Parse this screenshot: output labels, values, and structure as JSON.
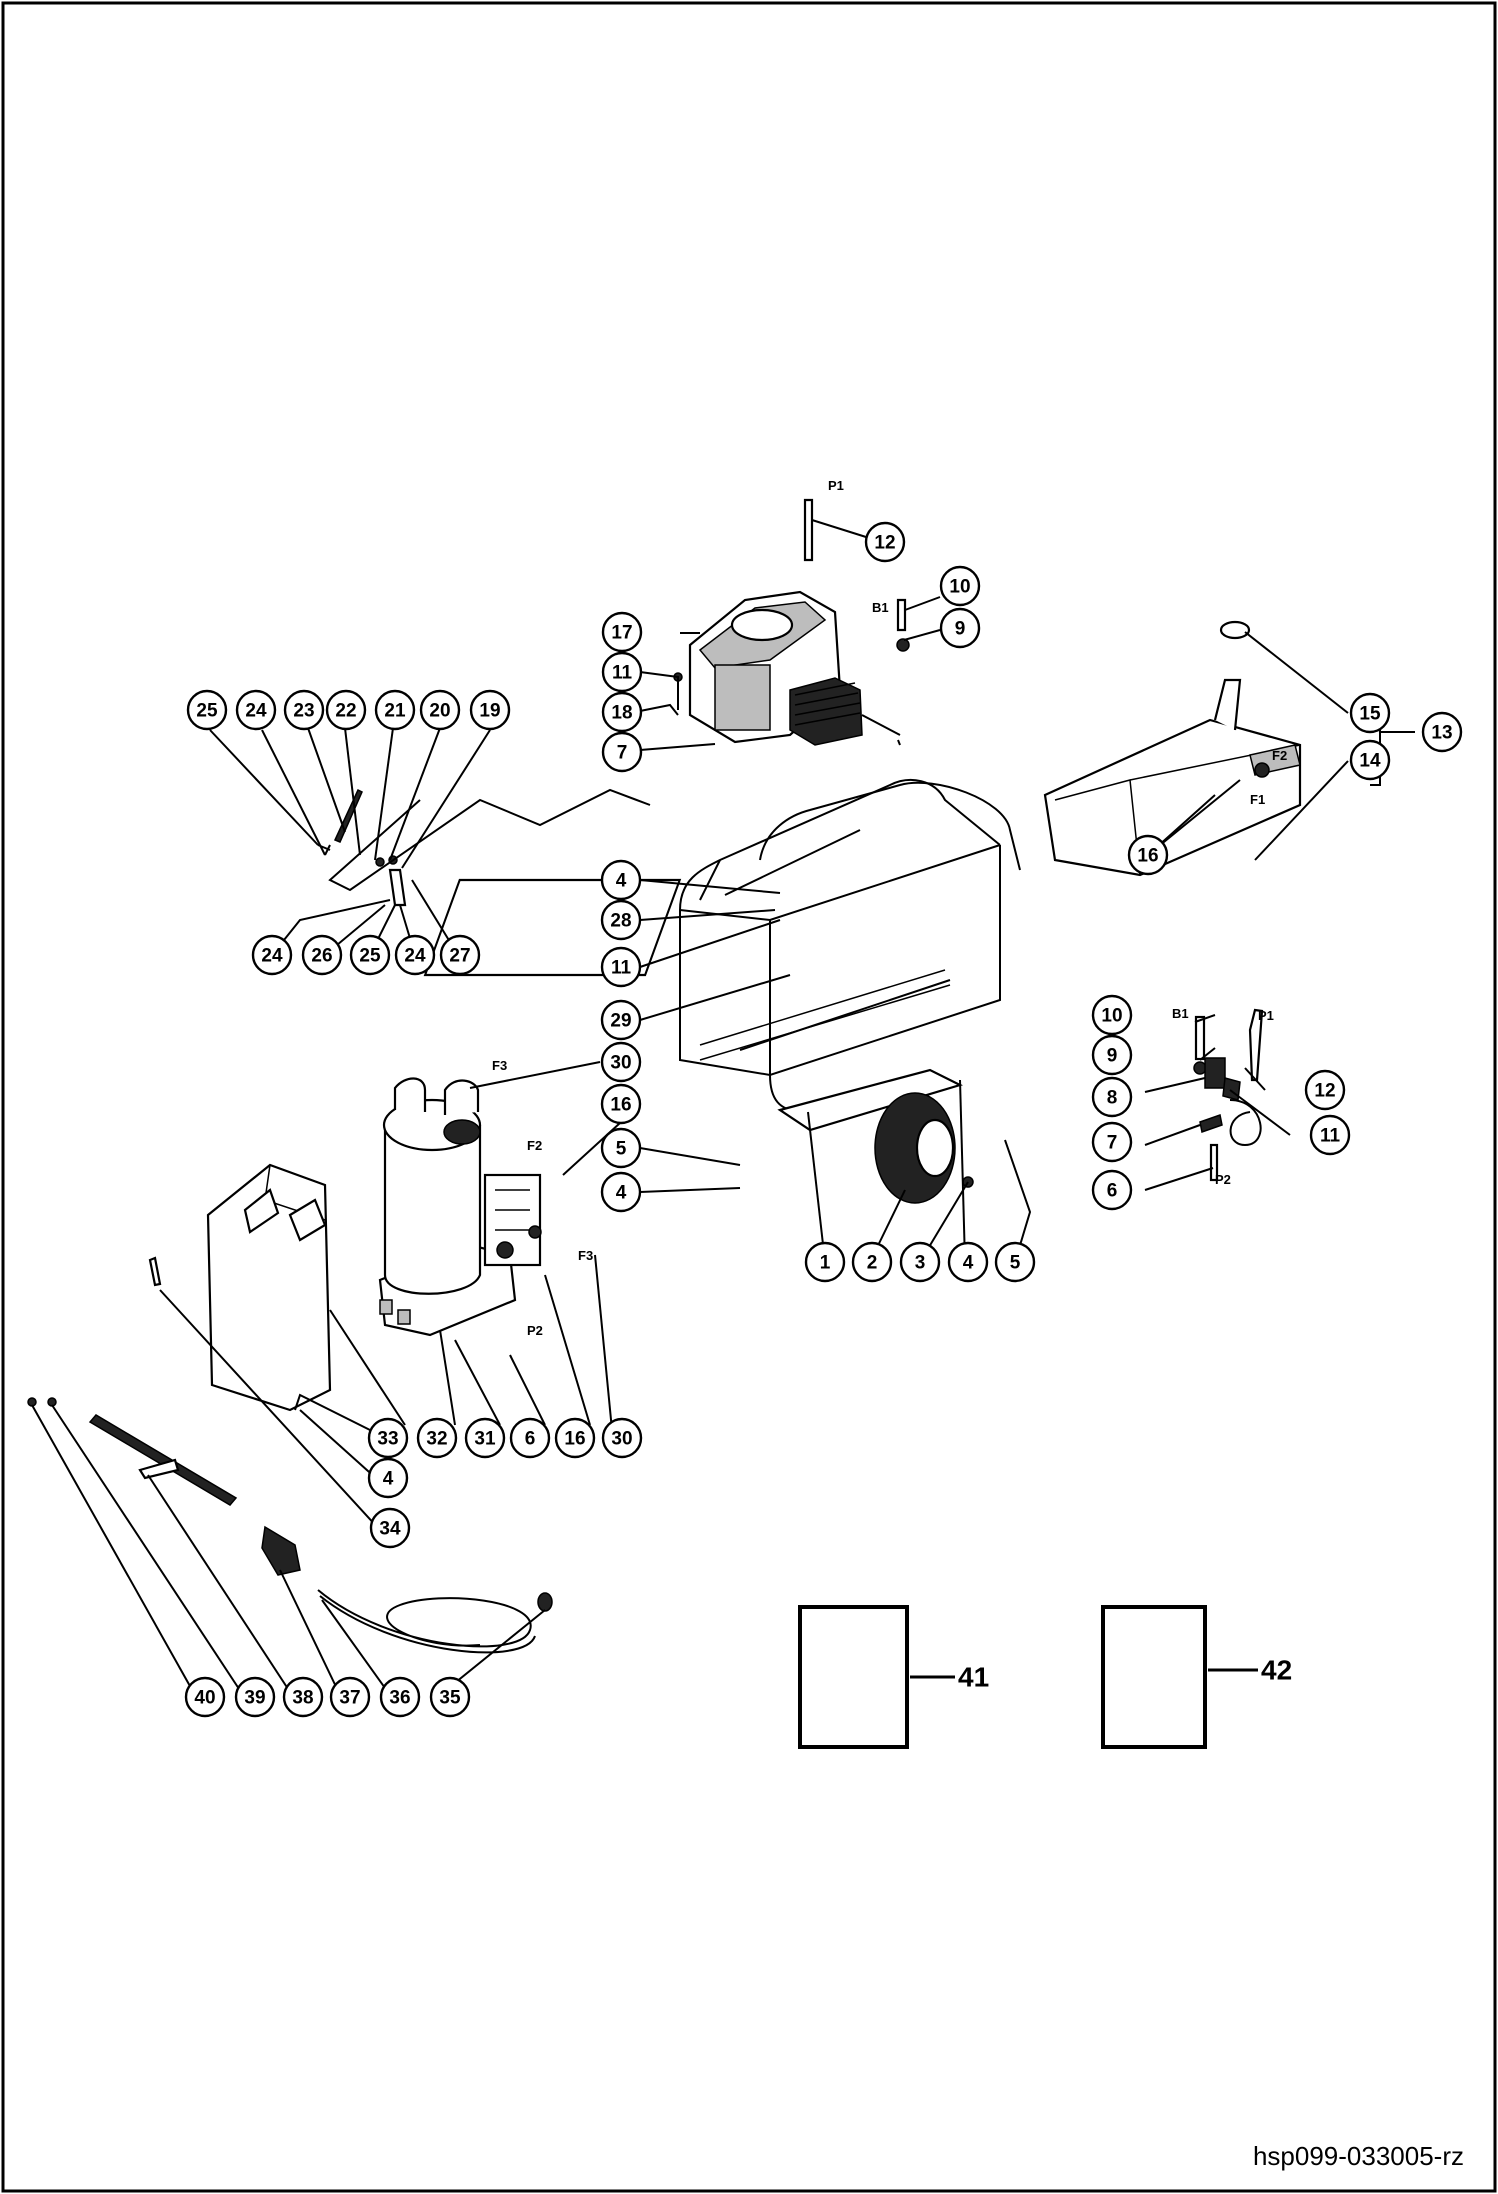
{
  "reference": "hsp099-033005-rz",
  "callouts": [
    {
      "id": "c12a",
      "label": "12"
    },
    {
      "id": "c10a",
      "label": "10"
    },
    {
      "id": "c9a",
      "label": "9"
    },
    {
      "id": "c17",
      "label": "17"
    },
    {
      "id": "c11a",
      "label": "11"
    },
    {
      "id": "c18",
      "label": "18"
    },
    {
      "id": "c7a",
      "label": "7"
    },
    {
      "id": "c15",
      "label": "15"
    },
    {
      "id": "c14",
      "label": "14"
    },
    {
      "id": "c13",
      "label": "13"
    },
    {
      "id": "c16a",
      "label": "16"
    },
    {
      "id": "c25a",
      "label": "25"
    },
    {
      "id": "c24a",
      "label": "24"
    },
    {
      "id": "c23",
      "label": "23"
    },
    {
      "id": "c22",
      "label": "22"
    },
    {
      "id": "c21",
      "label": "21"
    },
    {
      "id": "c20",
      "label": "20"
    },
    {
      "id": "c19",
      "label": "19"
    },
    {
      "id": "c24b",
      "label": "24"
    },
    {
      "id": "c26",
      "label": "26"
    },
    {
      "id": "c25b",
      "label": "25"
    },
    {
      "id": "c24c",
      "label": "24"
    },
    {
      "id": "c27",
      "label": "27"
    },
    {
      "id": "c4a",
      "label": "4"
    },
    {
      "id": "c28",
      "label": "28"
    },
    {
      "id": "c11b",
      "label": "11"
    },
    {
      "id": "c29",
      "label": "29"
    },
    {
      "id": "c30a",
      "label": "30"
    },
    {
      "id": "c16b",
      "label": "16"
    },
    {
      "id": "c5a",
      "label": "5"
    },
    {
      "id": "c4b",
      "label": "4"
    },
    {
      "id": "c1",
      "label": "1"
    },
    {
      "id": "c2",
      "label": "2"
    },
    {
      "id": "c3",
      "label": "3"
    },
    {
      "id": "c4c",
      "label": "4"
    },
    {
      "id": "c5b",
      "label": "5"
    },
    {
      "id": "c10b",
      "label": "10"
    },
    {
      "id": "c9b",
      "label": "9"
    },
    {
      "id": "c12b",
      "label": "12"
    },
    {
      "id": "c8",
      "label": "8"
    },
    {
      "id": "c11c",
      "label": "11"
    },
    {
      "id": "c7b",
      "label": "7"
    },
    {
      "id": "c6a",
      "label": "6"
    },
    {
      "id": "c33",
      "label": "33"
    },
    {
      "id": "c32",
      "label": "32"
    },
    {
      "id": "c31",
      "label": "31"
    },
    {
      "id": "c6b",
      "label": "6"
    },
    {
      "id": "c16c",
      "label": "16"
    },
    {
      "id": "c30b",
      "label": "30"
    },
    {
      "id": "c4d",
      "label": "4"
    },
    {
      "id": "c34",
      "label": "34"
    },
    {
      "id": "c40",
      "label": "40"
    },
    {
      "id": "c39",
      "label": "39"
    },
    {
      "id": "c38",
      "label": "38"
    },
    {
      "id": "c37",
      "label": "37"
    },
    {
      "id": "c36",
      "label": "36"
    },
    {
      "id": "c35",
      "label": "35"
    }
  ],
  "tags": {
    "p1_top": "P1",
    "b1_top": "B1",
    "f2_tank": "F2",
    "f1_tank": "F1",
    "f3_coil": "F3",
    "f2_coil": "F2",
    "f3_pump": "F3",
    "p2_pump": "P2",
    "b1_right": "B1",
    "p1_right": "P1",
    "p2_right": "P2"
  },
  "documents": [
    {
      "id": "doc41",
      "label": "41"
    },
    {
      "id": "doc42",
      "label": "42"
    }
  ]
}
